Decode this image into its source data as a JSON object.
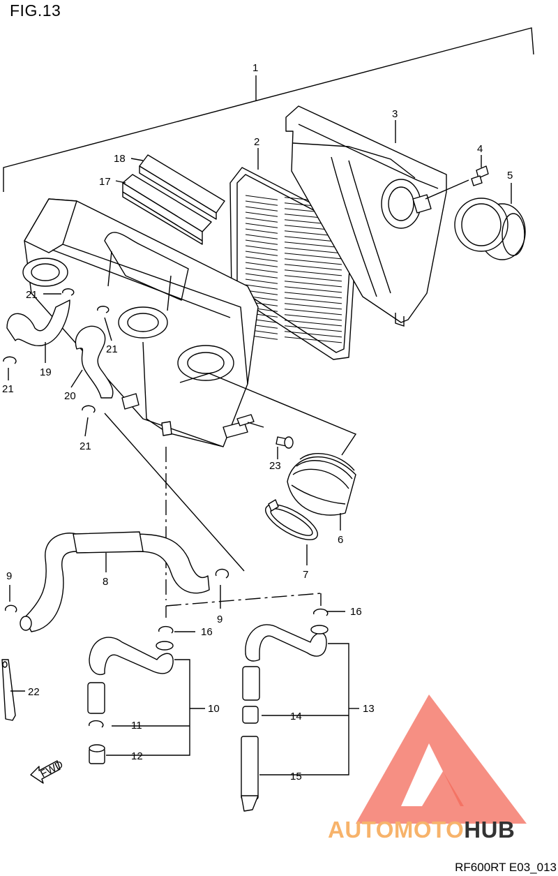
{
  "figure": {
    "title": "FIG.13",
    "code": "RF600RT E03_013"
  },
  "watermark": {
    "brand_left": "AUTOMOTO",
    "brand_right": "HUB",
    "color_main": "#f36a5a",
    "color_light": "#f7b36b",
    "color_dark": "#333333"
  },
  "callouts": [
    {
      "id": "c1",
      "text": "1"
    },
    {
      "id": "c2",
      "text": "2"
    },
    {
      "id": "c3",
      "text": "3"
    },
    {
      "id": "c4",
      "text": "4"
    },
    {
      "id": "c5",
      "text": "5"
    },
    {
      "id": "c6",
      "text": "6"
    },
    {
      "id": "c7",
      "text": "7"
    },
    {
      "id": "c8",
      "text": "8"
    },
    {
      "id": "c9a",
      "text": "9"
    },
    {
      "id": "c9b",
      "text": "9"
    },
    {
      "id": "c10",
      "text": "10"
    },
    {
      "id": "c11",
      "text": "11"
    },
    {
      "id": "c12",
      "text": "12"
    },
    {
      "id": "c13",
      "text": "13"
    },
    {
      "id": "c14",
      "text": "14"
    },
    {
      "id": "c15",
      "text": "15"
    },
    {
      "id": "c16a",
      "text": "16"
    },
    {
      "id": "c16b",
      "text": "16"
    },
    {
      "id": "c17",
      "text": "17"
    },
    {
      "id": "c18",
      "text": "18"
    },
    {
      "id": "c19",
      "text": "19"
    },
    {
      "id": "c20",
      "text": "20"
    },
    {
      "id": "c21a",
      "text": "21"
    },
    {
      "id": "c21b",
      "text": "21"
    },
    {
      "id": "c21c",
      "text": "21"
    },
    {
      "id": "c21d",
      "text": "21"
    },
    {
      "id": "c22",
      "text": "22"
    },
    {
      "id": "c23",
      "text": "23"
    }
  ],
  "fwd_label": "FWD"
}
